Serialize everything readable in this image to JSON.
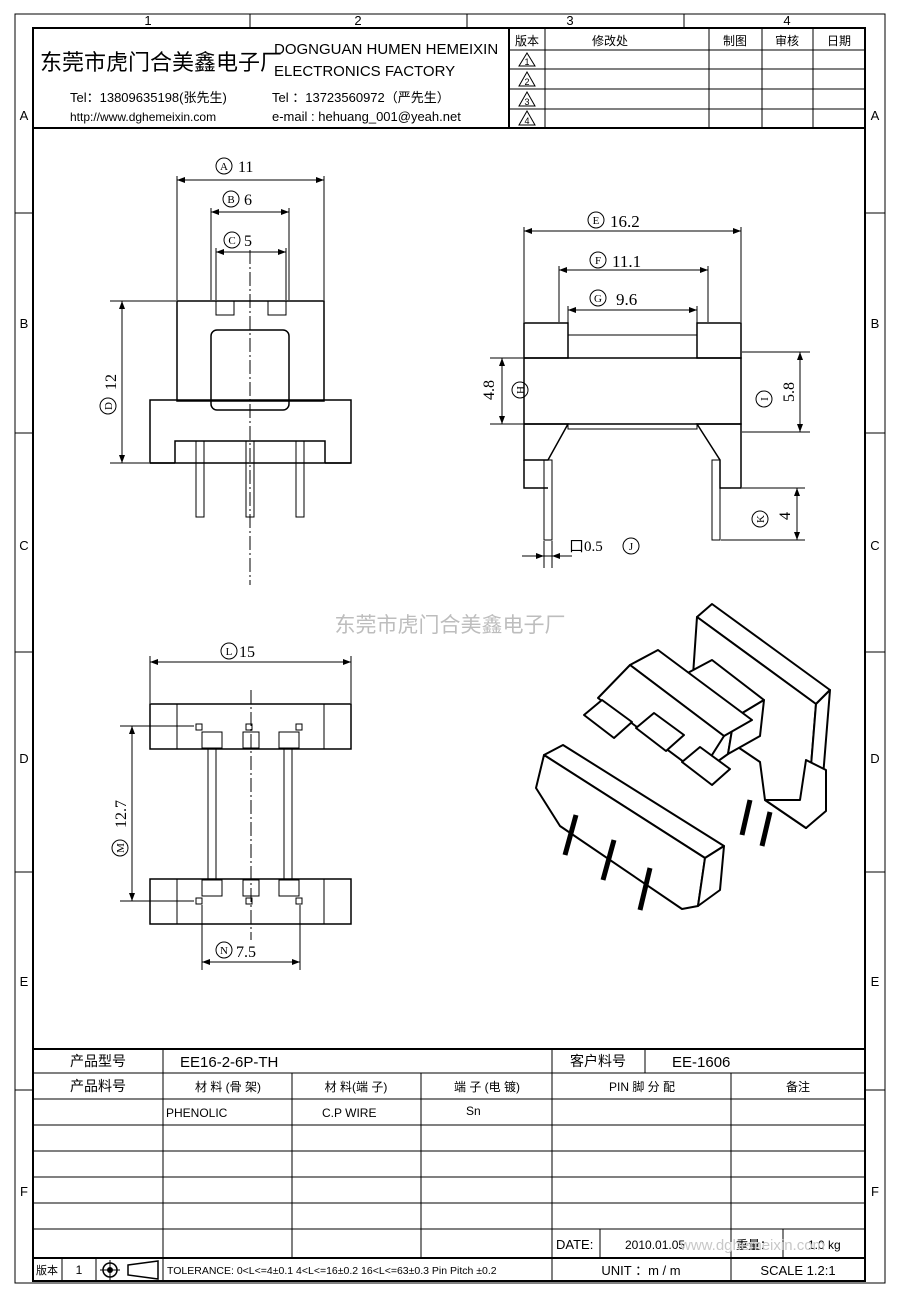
{
  "border": {
    "col_numbers": [
      "1",
      "2",
      "3",
      "4"
    ],
    "row_letters": [
      "A",
      "B",
      "C",
      "D",
      "E",
      "F"
    ]
  },
  "header": {
    "company_cn": "东莞市虎门合美鑫电子厂",
    "company_en_1": "DOGNGUAN HUMEN HEMEIXIN",
    "company_en_2": "ELECTRONICS FACTORY",
    "tel_1": "Tel：13809635198(张先生)",
    "tel_2": "Tel ：13723560972（严先生）",
    "website": "http://www.dghemeixin.com",
    "email": "e-mail : hehuang_001@yeah.net"
  },
  "revision_table": {
    "col_version": "版本",
    "col_change": "修改处",
    "col_drawn": "制图",
    "col_review": "审核",
    "col_date": "日期",
    "revisions": [
      "1",
      "2",
      "3",
      "4"
    ]
  },
  "watermark": "东莞市虎门合美鑫电子厂",
  "dimensions": {
    "A": {
      "label": "A",
      "value": "11"
    },
    "B": {
      "label": "B",
      "value": "6"
    },
    "C": {
      "label": "C",
      "value": "5"
    },
    "D": {
      "label": "D",
      "value": "12"
    },
    "E": {
      "label": "E",
      "value": "16.2"
    },
    "F": {
      "label": "F",
      "value": "11.1"
    },
    "G": {
      "label": "G",
      "value": "9.6"
    },
    "H": {
      "label": "H",
      "value": "4.8"
    },
    "I": {
      "label": "I",
      "value": "5.8"
    },
    "J": {
      "label": "J",
      "value": "口0.5"
    },
    "K": {
      "label": "K",
      "value": "4"
    },
    "L": {
      "label": "L",
      "value": "15"
    },
    "M": {
      "label": "M",
      "value": "12.7"
    },
    "N": {
      "label": "N",
      "value": "7.5"
    }
  },
  "title_block": {
    "product_model_label": "产品型号",
    "product_model": "EE16-2-6P-TH",
    "customer_part_label": "客户料号",
    "customer_part": "EE-1606",
    "product_part_label": "产品料号",
    "material_bobbin_label": "材 料 (骨 架)",
    "material_pin_label": "材 料(端 子)",
    "pin_plating_label": "端 子 (电 镀)",
    "pin_assign_label": "PIN 脚 分 配",
    "remarks_label": "备注",
    "material_bobbin": "PHENOLIC",
    "material_pin": "C.P WIRE",
    "pin_plating": "Sn",
    "date_label": "DATE:",
    "date": "2010.01.05",
    "weight_label": "重量：",
    "weight": "1.0 kg",
    "version_label": "版本",
    "version": "1",
    "tolerance": "TOLERANCE:  0<L<=4±0.1  4<L<=16±0.2  16<L<=63±0.3  Pin Pitch  ±0.2",
    "unit": "UNIT ：m / m",
    "scale": "SCALE  1.2:1",
    "corner_watermark": "www.dghemeixin.com"
  }
}
